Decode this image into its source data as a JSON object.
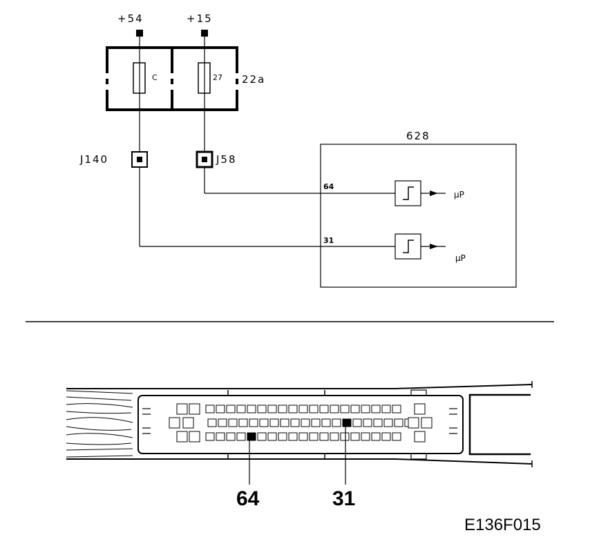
{
  "terminals": {
    "t54": "+54",
    "t15": "+15"
  },
  "fuse_box": {
    "label": "22a",
    "fuse_left": "C",
    "fuse_right": "27"
  },
  "junctions": {
    "j140": "J140",
    "j58": "J58"
  },
  "control_unit": {
    "label": "628",
    "pin_upper": "64",
    "pin_lower": "31",
    "output_upper": "µP",
    "output_lower": "µP"
  },
  "connector_callouts": {
    "pin_a": "64",
    "pin_b": "31"
  },
  "figure_code": "E136F015"
}
